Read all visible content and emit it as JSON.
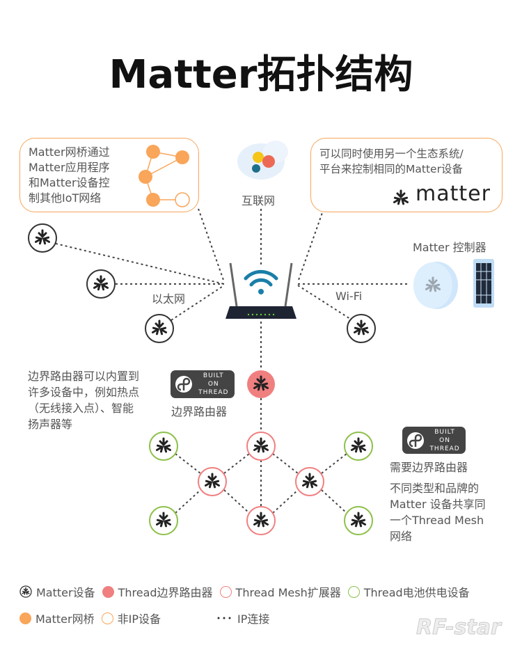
{
  "title": "Matter拓扑结构",
  "bridge_box": {
    "lines": [
      "Matter网桥通过",
      "Matter应用程序",
      "和Matter设备控",
      "制其他IoT网络"
    ]
  },
  "internet_label": "互联网",
  "ecosystem_box": {
    "lines": [
      "可以同时使用另一个生态系统/",
      "平台来控制相同的Matter设备"
    ],
    "logo_text": "matter"
  },
  "controller_label": "Matter 控制器",
  "ethernet_label": "以太网",
  "wifi_label": "Wi-Fi",
  "border_router": {
    "desc": [
      "边界路由器可以内置到",
      "许多设备中，例如热点",
      "（无线接入点）、智能",
      "扬声器等"
    ],
    "badge": [
      "BUILT ON",
      "THREAD"
    ],
    "label": "边界路由器"
  },
  "mesh_note": {
    "badge": [
      "BUILT ON",
      "THREAD"
    ],
    "title": "需要边界路由器",
    "desc": [
      "不同类型和品牌的",
      "Matter 设备共享同",
      "一个Thread Mesh",
      "网络"
    ]
  },
  "legend": [
    {
      "label": "Matter设备",
      "icon": "matter-device"
    },
    {
      "label": "Thread边界路由器",
      "color": "#f07f80"
    },
    {
      "label": "Thread Mesh扩展器",
      "color": "#f07f80"
    },
    {
      "label": "Thread电池供电设备",
      "color": "#8dc04a"
    },
    {
      "label": "Matter网桥",
      "color": "#f9a55a"
    },
    {
      "label": "非IP设备",
      "color": "#f9a55a"
    },
    {
      "label": "IP连接",
      "icon": "dotted-line"
    }
  ],
  "watermark": "RF-star",
  "colors": {
    "bridge": "#f9a55a",
    "border_router": "#f07f80",
    "mesh": "#f07f80",
    "battery": "#8dc04a",
    "wifi": "#1a7fa8"
  }
}
